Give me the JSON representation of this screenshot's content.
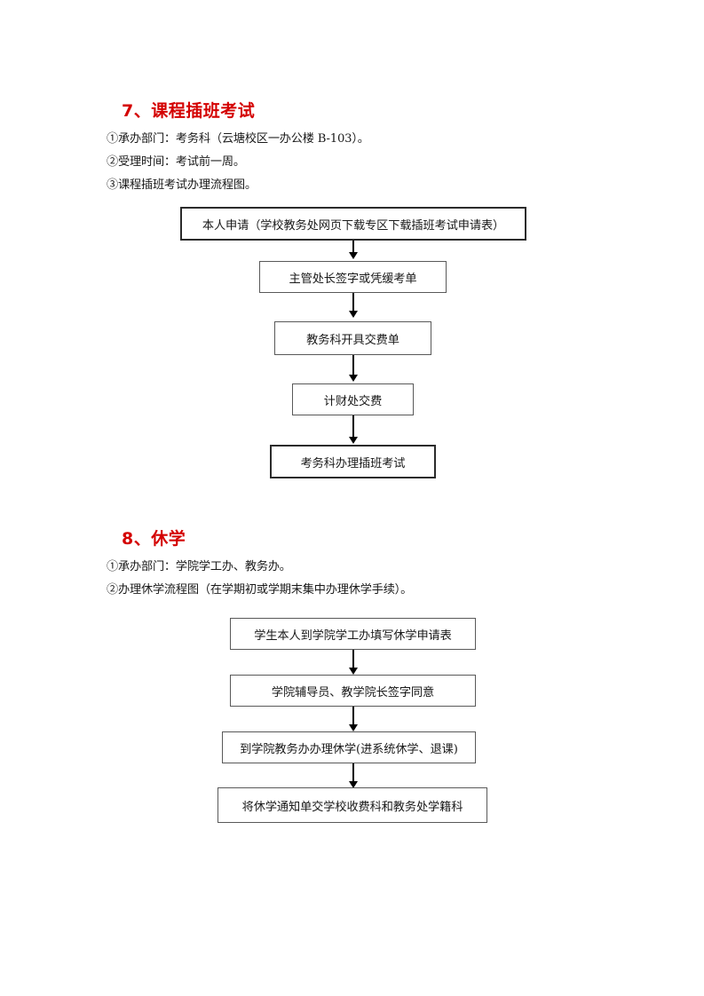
{
  "document": {
    "sections": [
      {
        "id": "section-7",
        "heading": "7、课程插班考试",
        "paragraphs": [
          "①承办部门：考务科（云塘校区一办公楼 B-103）。",
          "②受理时间：考试前一周。",
          "③课程插班考试办理流程图。"
        ],
        "flowchart": {
          "id": "flowchart-course-transfer-exam",
          "steps": [
            "本人申请（学校教务处网页下载专区下载插班考试申请表）",
            "主管处长签字或凭缓考单",
            "教务科开具交费单",
            "计财处交费",
            "考务科办理插班考试"
          ]
        }
      },
      {
        "id": "section-8",
        "heading": "8、休学",
        "paragraphs": [
          "①承办部门：学院学工办、教务办。",
          "②办理休学流程图（在学期初或学期末集中办理休学手续）。"
        ],
        "flowchart": {
          "id": "flowchart-suspension",
          "steps": [
            "学生本人到学院学工办填写休学申请表",
            "学院辅导员、教学院长签字同意",
            "到学院教务办办理休学(进系统休学、退课)",
            "将休学通知单交学校收费科和教务处学籍科"
          ]
        }
      }
    ],
    "colors": {
      "heading": "#d40000",
      "body_text": "#1a1a1a",
      "box_border_thin": "#595959",
      "box_border_thick": "#2b2b2b",
      "arrow": "#000000",
      "page_background": "#ffffff"
    }
  }
}
